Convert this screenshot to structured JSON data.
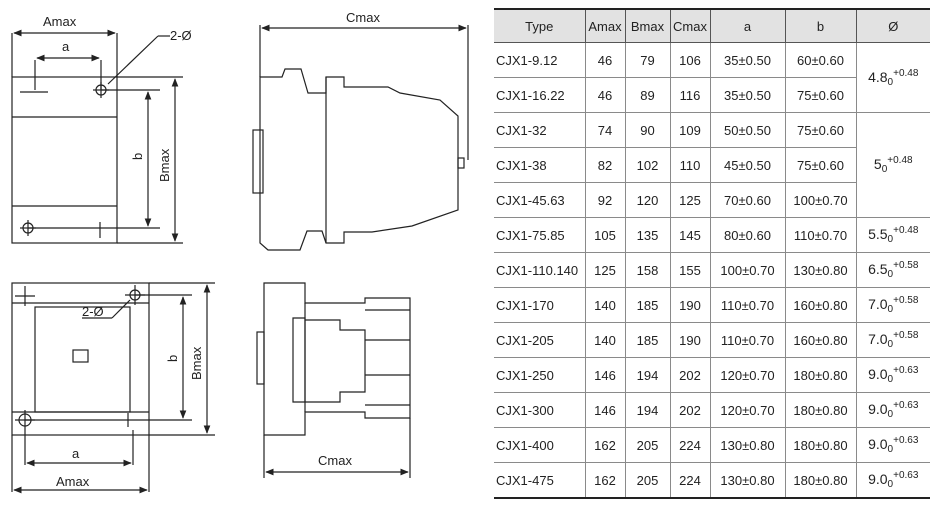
{
  "drawings": {
    "labels": {
      "amax": "Amax",
      "a": "a",
      "b": "b",
      "bmax": "Bmax",
      "cmax": "Cmax",
      "holes": "2-Ø"
    }
  },
  "table": {
    "headers": [
      "Type",
      "Amax",
      "Bmax",
      "Cmax",
      "a",
      "b",
      "Ø"
    ],
    "rows": [
      {
        "type": "CJX1-9.12",
        "amax": "46",
        "bmax": "79",
        "cmax": "106",
        "a": "35±0.50",
        "b": "60±0.60"
      },
      {
        "type": "CJX1-16.22",
        "amax": "46",
        "bmax": "89",
        "cmax": "116",
        "a": "35±0.50",
        "b": "75±0.60"
      },
      {
        "type": "CJX1-32",
        "amax": "74",
        "bmax": "90",
        "cmax": "109",
        "a": "50±0.50",
        "b": "75±0.60"
      },
      {
        "type": "CJX1-38",
        "amax": "82",
        "bmax": "102",
        "cmax": "110",
        "a": "45±0.50",
        "b": "75±0.60"
      },
      {
        "type": "CJX1-45.63",
        "amax": "92",
        "bmax": "120",
        "cmax": "125",
        "a": "70±0.60",
        "b": "100±0.70"
      },
      {
        "type": "CJX1-75.85",
        "amax": "105",
        "bmax": "135",
        "cmax": "145",
        "a": "80±0.60",
        "b": "110±0.70"
      },
      {
        "type": "CJX1-110.140",
        "amax": "125",
        "bmax": "158",
        "cmax": "155",
        "a": "100±0.70",
        "b": "130±0.80"
      },
      {
        "type": "CJX1-170",
        "amax": "140",
        "bmax": "185",
        "cmax": "190",
        "a": "110±0.70",
        "b": "160±0.80"
      },
      {
        "type": "CJX1-205",
        "amax": "140",
        "bmax": "185",
        "cmax": "190",
        "a": "110±0.70",
        "b": "160±0.80"
      },
      {
        "type": "CJX1-250",
        "amax": "146",
        "bmax": "194",
        "cmax": "202",
        "a": "120±0.70",
        "b": "180±0.80"
      },
      {
        "type": "CJX1-300",
        "amax": "146",
        "bmax": "194",
        "cmax": "202",
        "a": "120±0.70",
        "b": "180±0.80"
      },
      {
        "type": "CJX1-400",
        "amax": "162",
        "bmax": "205",
        "cmax": "224",
        "a": "130±0.80",
        "b": "180±0.80"
      },
      {
        "type": "CJX1-475",
        "amax": "162",
        "bmax": "205",
        "cmax": "224",
        "a": "130±0.80",
        "b": "180±0.80"
      }
    ],
    "diameters": [
      {
        "base": "4.8",
        "sub": "0",
        "sup": "+0.48"
      },
      {
        "base": "5",
        "sub": "0",
        "sup": "+0.48"
      },
      {
        "base": "5.5",
        "sub": "0",
        "sup": "+0.48"
      },
      {
        "base": "6.5",
        "sub": "0",
        "sup": "+0.58"
      },
      {
        "base": "7.0",
        "sub": "0",
        "sup": "+0.58"
      },
      {
        "base": "7.0",
        "sub": "0",
        "sup": "+0.58"
      },
      {
        "base": "9.0",
        "sub": "0",
        "sup": "+0.63"
      },
      {
        "base": "9.0",
        "sub": "0",
        "sup": "+0.63"
      },
      {
        "base": "9.0",
        "sub": "0",
        "sup": "+0.63"
      },
      {
        "base": "9.0",
        "sub": "0",
        "sup": "+0.63"
      }
    ]
  }
}
